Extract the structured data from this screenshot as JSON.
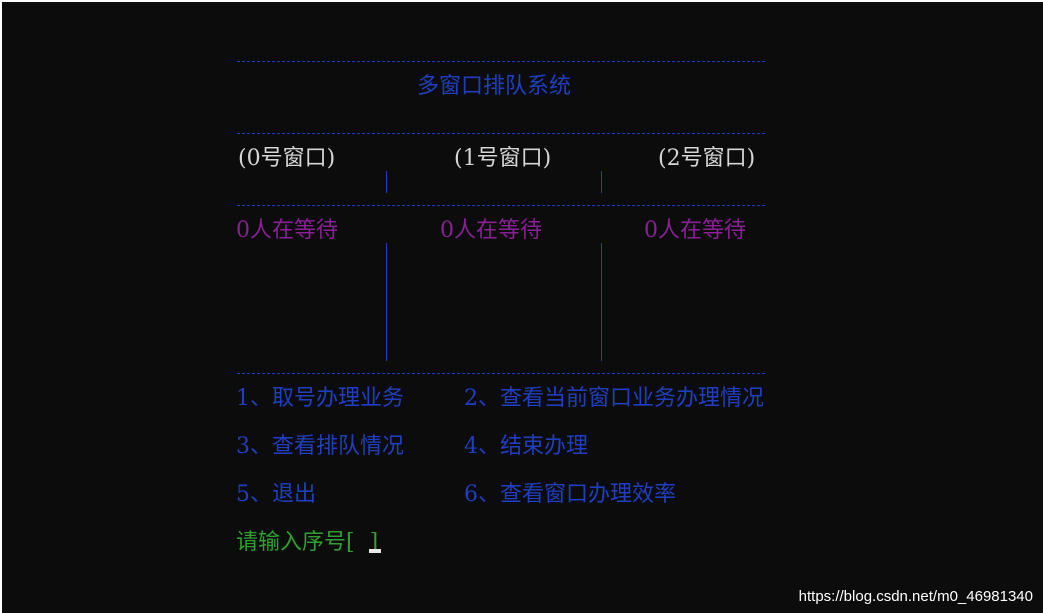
{
  "system": {
    "title": "多窗口排队系统"
  },
  "windows": [
    {
      "label": "(0号窗口)",
      "waiting": "0人在等待"
    },
    {
      "label": "(1号窗口)",
      "waiting": "0人在等待"
    },
    {
      "label": "(2号窗口)",
      "waiting": "0人在等待"
    }
  ],
  "menu": {
    "items": [
      "1、取号办理业务",
      "2、查看当前窗口业务办理情况",
      "3、查看排队情况",
      "4、结束办理",
      "5、退出",
      "6、查看窗口办理效率"
    ]
  },
  "prompt": {
    "text_before": "请输入序号[",
    "text_after": "]"
  },
  "watermark": "https://blog.csdn.net/m0_46981340",
  "colors": {
    "background": "#0c0c0c",
    "menu_blue": "#1f3fc0",
    "waiting_purple": "#8a1f96",
    "prompt_green": "#2fa02f",
    "label_white": "#d6d6d6"
  }
}
